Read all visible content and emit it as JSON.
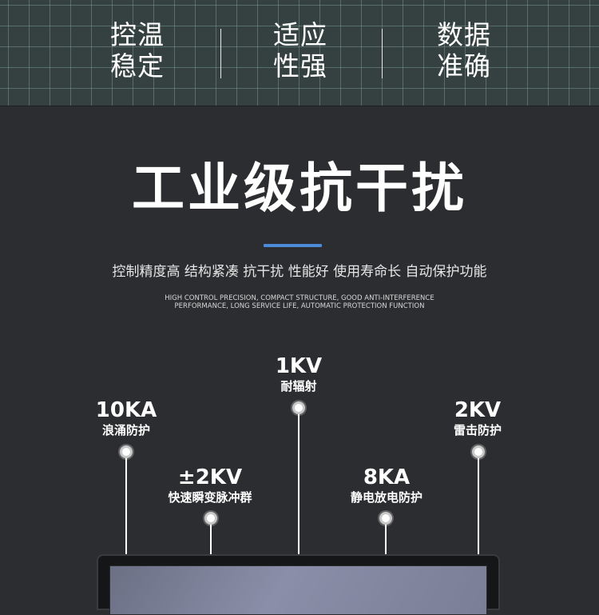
{
  "features": [
    {
      "line1": "控温",
      "line2": "稳定"
    },
    {
      "line1": "适应",
      "line2": "性强"
    },
    {
      "line1": "数据",
      "line2": "准确"
    }
  ],
  "main_title": "工业级抗干扰",
  "subtitle": "控制精度高 结构紧凑 抗干扰 性能好 使用寿命长 自动保护功能",
  "english_line1": "HIGH CONTROL PRECISION, COMPACT STRUCTURE, GOOD ANTI-INTERFERENCE",
  "english_line2": "PERFORMANCE, LONG SERVICE LIFE, AUTOMATIC PROTECTION FUNCTION",
  "specs": [
    {
      "value": "10KA",
      "label": "浪涌防护"
    },
    {
      "value": "±2KV",
      "label": "快速瞬变脉冲群"
    },
    {
      "value": "1KV",
      "label": "耐辐射"
    },
    {
      "value": "8KA",
      "label": "静电放电防护"
    },
    {
      "value": "2KV",
      "label": "雷击防护"
    }
  ],
  "colors": {
    "background": "#2c2d30",
    "accent": "#4b8bd8",
    "grid_band": "#354040"
  }
}
